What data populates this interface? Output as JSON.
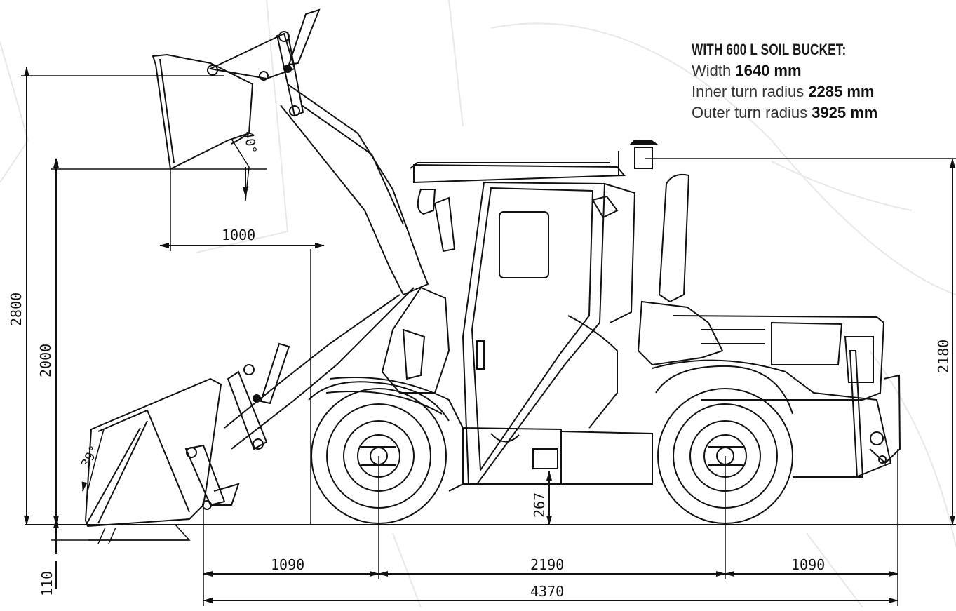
{
  "spec": {
    "heading": "WITH 600 L SOIL BUCKET:",
    "rows": [
      {
        "label": "Width",
        "value": "1640 mm"
      },
      {
        "label": "Inner turn radius",
        "value": "2285 mm"
      },
      {
        "label": "Outer turn radius",
        "value": "3925 mm"
      }
    ]
  },
  "dimensions": {
    "total_height": "2800",
    "lift_height": "2000",
    "reach": "1000",
    "dump_angle": "40°",
    "rollback_angle": "39°",
    "ground_clearance": "267",
    "dig_depth": "110",
    "cab_height": "2180",
    "front_overhang": "1090",
    "wheelbase": "2190",
    "rear_overhang": "1090",
    "total_length": "4370"
  },
  "colors": {
    "line": "#111111",
    "ghost": "#e6e6e6"
  }
}
